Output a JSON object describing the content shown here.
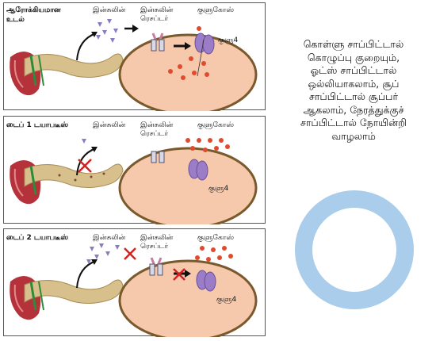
{
  "panels": [
    {
      "title": "ஆரோக்கியமான உடல்",
      "title_line1": "ஆரோக்கியமான",
      "title_line2": "உடல்",
      "insulin": "இன்சுலின்",
      "receptor_line1": "இன்சுலின்",
      "receptor_line2": "ரெசப்டர்",
      "glucose": "குளுகோஸ்",
      "glut4": "குளு4"
    },
    {
      "title": "டைப் 1 டயாபடீஸ்",
      "insulin": "இன்சுலின்",
      "receptor_line1": "இன்சுலின்",
      "receptor_line2": "ரெசப்டர்",
      "glucose": "குளுகோஸ்",
      "glut4": "குளு4"
    },
    {
      "title": "டைப் 2 டயாபடீஸ்",
      "insulin": "இன்சுலின்",
      "receptor_line1": "இன்சுலின்",
      "receptor_line2": "ரெசப்டர்",
      "glucose": "குளுகோஸ்",
      "glut4": "குளு4"
    }
  ],
  "caption_lines": [
    "கொள்ளு சாப்பிட்டால்",
    "கொழுப்பு குறையும்,",
    "ஓட்ஸ் சாப்பிட்டால்",
    "ஒல்லியாகலாம், சூப்",
    "சாப்பிட்டால் சூப்பர்",
    "ஆகலாம், நேரத்துக்குச்",
    "சாப்பிட்டால் நோயின்றி",
    "வாழலாம்"
  ],
  "colors": {
    "pancreas": "#d7c08c",
    "liver": "#b5323b",
    "cell_fill": "#f6c9ad",
    "cell_border": "#7a5a2c",
    "insulin": "#8b7cc2",
    "glucose": "#e04a2f",
    "glut4": "#9a7cc7",
    "ring": "#a9cdea",
    "cross": "#d42020"
  },
  "icons": [
    "pancreas-icon",
    "arrow-icon",
    "insulin-molecule-icon",
    "receptor-icon",
    "glut4-transporter-icon",
    "glucose-molecule-icon",
    "cross-icon",
    "ring-icon"
  ]
}
